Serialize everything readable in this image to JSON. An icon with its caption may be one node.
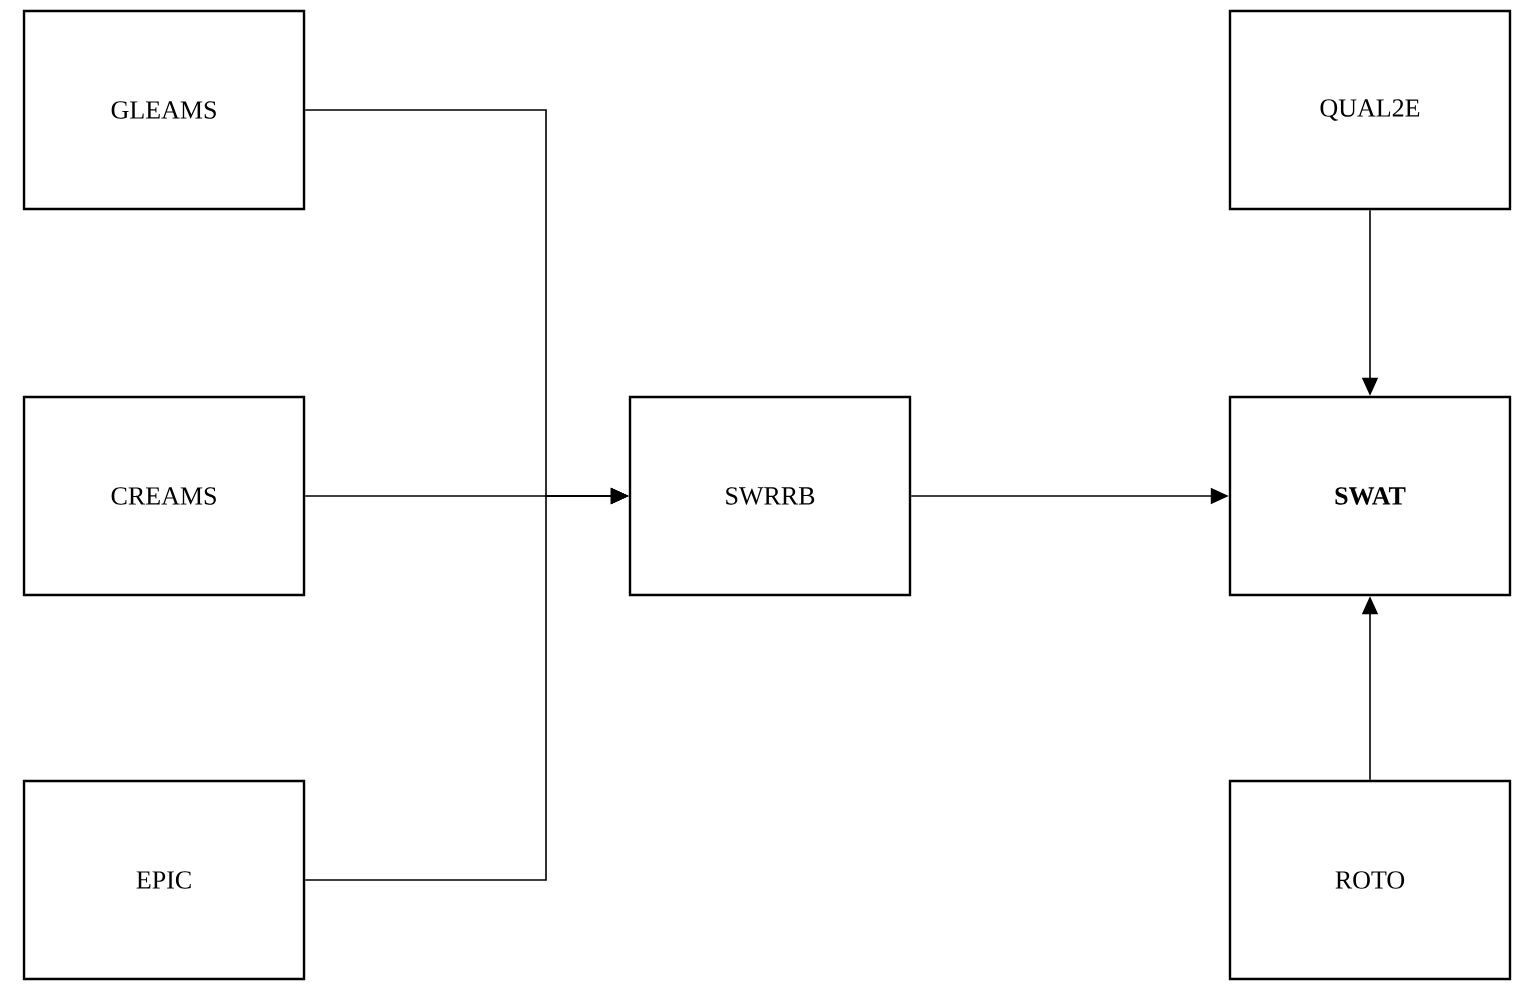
{
  "diagram": {
    "nodes": [
      {
        "text": [
          "GLEAMS"
        ]
      },
      {
        "text": [
          "CREAMS"
        ]
      },
      {
        "text": [
          "EPIC"
        ]
      },
      {
        "text": [
          "SWRRB"
        ]
      },
      {
        "text": [
          "QUAL2E"
        ]
      },
      {
        "text": [
          "SWAT"
        ]
      },
      {
        "text": [
          "ROTO"
        ]
      }
    ],
    "edges": [
      {
        "from": 0,
        "to": 3,
        "arrow": "to"
      },
      {
        "from": 1,
        "to": 3,
        "arrow": "to"
      },
      {
        "from": 2,
        "to": 3,
        "arrow": "to"
      },
      {
        "from": 3,
        "to": 5,
        "arrow": "to"
      },
      {
        "from": 4,
        "to": 5,
        "arrow": "to"
      },
      {
        "from": 6,
        "to": 5,
        "arrow": "to"
      }
    ]
  }
}
